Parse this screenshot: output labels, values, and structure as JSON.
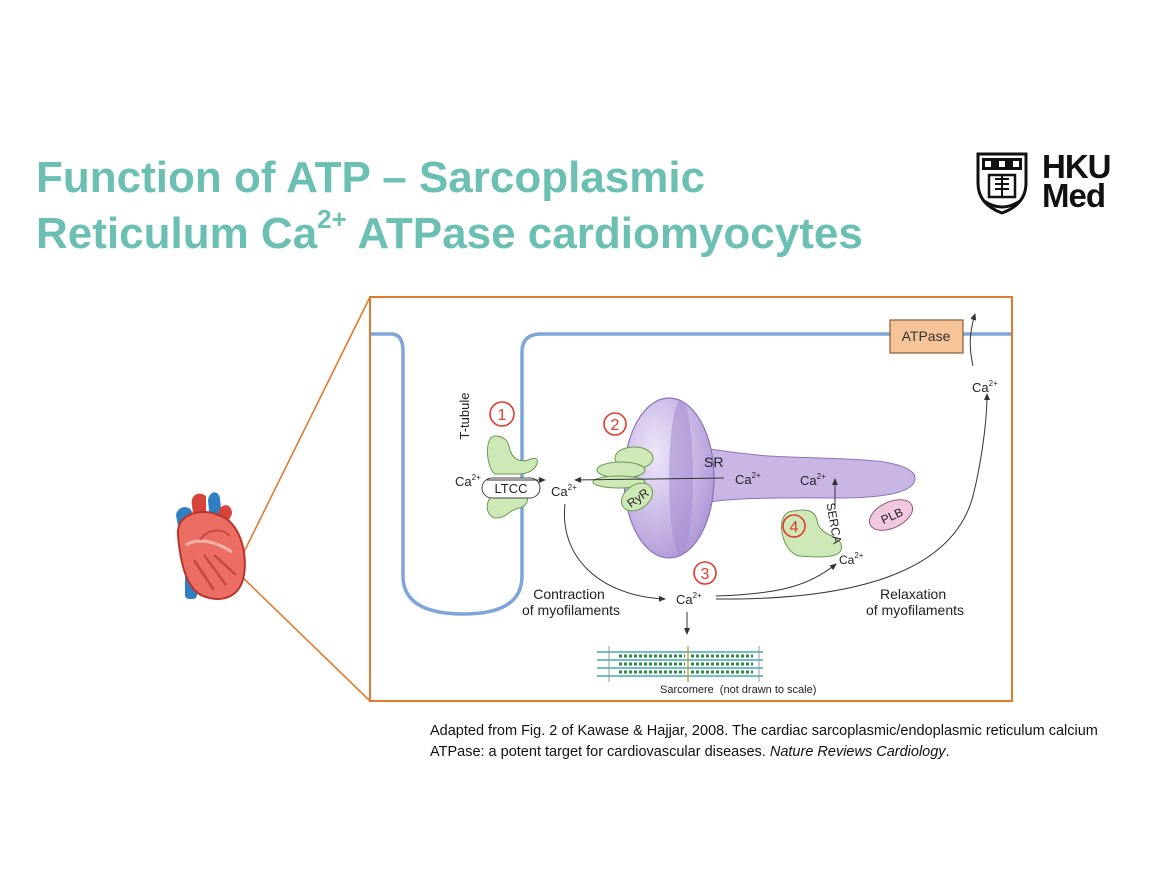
{
  "slide": {
    "title_line1": "Function of ATP – Sarcoplasmic",
    "title_line2_pre": "Reticulum Ca",
    "title_line2_sup": "2+",
    "title_line2_post": " ATPase cardiomyocytes"
  },
  "logo": {
    "line1": "HKU",
    "line2": "Med"
  },
  "diagram": {
    "atpase": "ATPase",
    "t_tubule": "T-tubule",
    "sr": "SR",
    "ltcc": "LTCC",
    "ryr": "RyR",
    "serca": "SERCA",
    "plb": "PLB",
    "ca": "Ca",
    "ca_charge": "2+",
    "contraction_line1": "Contraction",
    "contraction_line2": "of myofilaments",
    "relaxation_line1": "Relaxation",
    "relaxation_line2": "of myofilaments",
    "sarcomere_label": "Sarcomere",
    "scale_note": "(not drawn to scale)",
    "annotations": [
      "1",
      "2",
      "3",
      "4"
    ]
  },
  "citation": {
    "text": "Adapted from Fig. 2 of Kawase & Hajjar, 2008. The cardiac sarcoplasmic/endoplasmic reticulum calcium ATPase: a potent target for cardiovascular diseases. ",
    "journal": "Nature Reviews Cardiology",
    "end": "."
  },
  "colors": {
    "title": "#6cbfb3",
    "frame": "#e07a2e",
    "membrane": "#7fa6d8",
    "sr_fill": "#c9b6e4",
    "channel_fill": "#cfe8b8",
    "atpase_fill": "#f7c49a",
    "annotation": "#e03a2a"
  }
}
